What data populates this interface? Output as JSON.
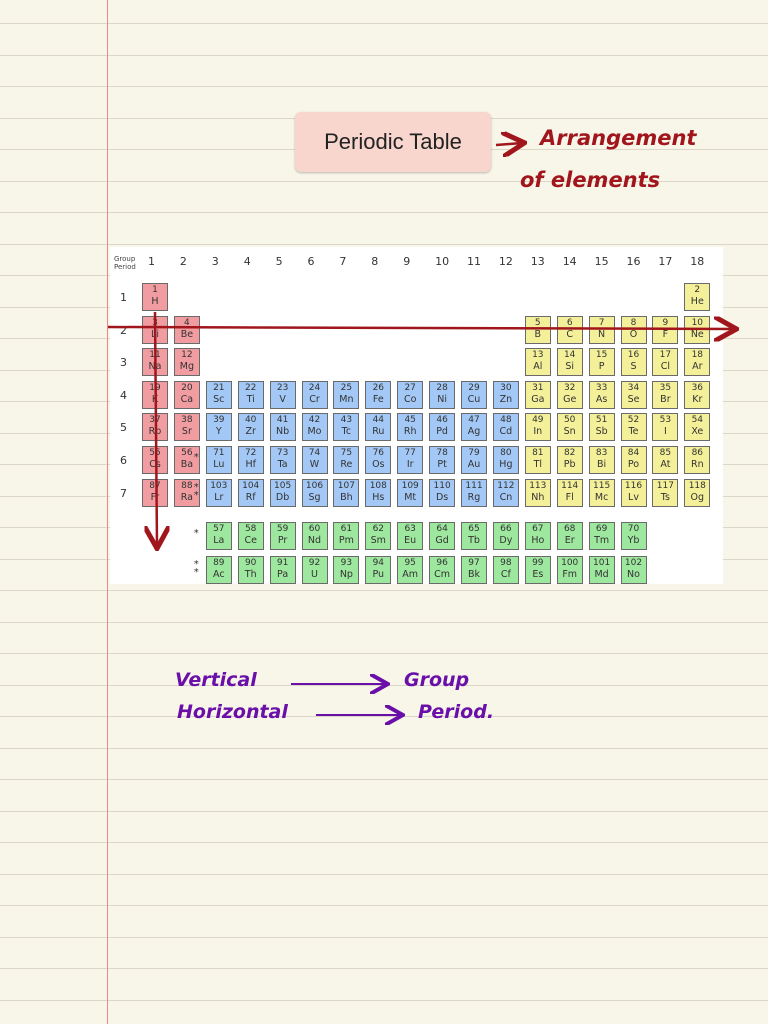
{
  "title": "Periodic Table",
  "annotations": {
    "definition_line1": "Arrangement",
    "definition_line2": "of elements",
    "vertical": "Vertical",
    "group": "Group",
    "horizontal": "Horizontal",
    "period": "Period."
  },
  "table": {
    "corner_group": "Group",
    "corner_period": "Period",
    "groups": [
      "1",
      "2",
      "3",
      "4",
      "5",
      "6",
      "7",
      "8",
      "9",
      "10",
      "11",
      "12",
      "13",
      "14",
      "15",
      "16",
      "17",
      "18"
    ],
    "periods": [
      "1",
      "2",
      "3",
      "4",
      "5",
      "6",
      "7"
    ],
    "star_single": "*",
    "star_double": "* *",
    "main": [
      [
        "1",
        "H",
        1,
        1
      ],
      [
        "2",
        "He",
        1,
        18
      ],
      [
        "3",
        "Li",
        2,
        1
      ],
      [
        "4",
        "Be",
        2,
        2
      ],
      [
        "5",
        "B",
        2,
        13
      ],
      [
        "6",
        "C",
        2,
        14
      ],
      [
        "7",
        "N",
        2,
        15
      ],
      [
        "8",
        "O",
        2,
        16
      ],
      [
        "9",
        "F",
        2,
        17
      ],
      [
        "10",
        "Ne",
        2,
        18
      ],
      [
        "11",
        "Na",
        3,
        1
      ],
      [
        "12",
        "Mg",
        3,
        2
      ],
      [
        "13",
        "Al",
        3,
        13
      ],
      [
        "14",
        "Si",
        3,
        14
      ],
      [
        "15",
        "P",
        3,
        15
      ],
      [
        "16",
        "S",
        3,
        16
      ],
      [
        "17",
        "Cl",
        3,
        17
      ],
      [
        "18",
        "Ar",
        3,
        18
      ],
      [
        "19",
        "K",
        4,
        1
      ],
      [
        "20",
        "Ca",
        4,
        2
      ],
      [
        "21",
        "Sc",
        4,
        3
      ],
      [
        "22",
        "Ti",
        4,
        4
      ],
      [
        "23",
        "V",
        4,
        5
      ],
      [
        "24",
        "Cr",
        4,
        6
      ],
      [
        "25",
        "Mn",
        4,
        7
      ],
      [
        "26",
        "Fe",
        4,
        8
      ],
      [
        "27",
        "Co",
        4,
        9
      ],
      [
        "28",
        "Ni",
        4,
        10
      ],
      [
        "29",
        "Cu",
        4,
        11
      ],
      [
        "30",
        "Zn",
        4,
        12
      ],
      [
        "31",
        "Ga",
        4,
        13
      ],
      [
        "32",
        "Ge",
        4,
        14
      ],
      [
        "33",
        "As",
        4,
        15
      ],
      [
        "34",
        "Se",
        4,
        16
      ],
      [
        "35",
        "Br",
        4,
        17
      ],
      [
        "36",
        "Kr",
        4,
        18
      ],
      [
        "37",
        "Rb",
        5,
        1
      ],
      [
        "38",
        "Sr",
        5,
        2
      ],
      [
        "39",
        "Y",
        5,
        3
      ],
      [
        "40",
        "Zr",
        5,
        4
      ],
      [
        "41",
        "Nb",
        5,
        5
      ],
      [
        "42",
        "Mo",
        5,
        6
      ],
      [
        "43",
        "Tc",
        5,
        7
      ],
      [
        "44",
        "Ru",
        5,
        8
      ],
      [
        "45",
        "Rh",
        5,
        9
      ],
      [
        "46",
        "Pd",
        5,
        10
      ],
      [
        "47",
        "Ag",
        5,
        11
      ],
      [
        "48",
        "Cd",
        5,
        12
      ],
      [
        "49",
        "In",
        5,
        13
      ],
      [
        "50",
        "Sn",
        5,
        14
      ],
      [
        "51",
        "Sb",
        5,
        15
      ],
      [
        "52",
        "Te",
        5,
        16
      ],
      [
        "53",
        "I",
        5,
        17
      ],
      [
        "54",
        "Xe",
        5,
        18
      ],
      [
        "55",
        "Cs",
        6,
        1
      ],
      [
        "56",
        "Ba",
        6,
        2
      ],
      [
        "71",
        "Lu",
        6,
        3
      ],
      [
        "72",
        "Hf",
        6,
        4
      ],
      [
        "73",
        "Ta",
        6,
        5
      ],
      [
        "74",
        "W",
        6,
        6
      ],
      [
        "75",
        "Re",
        6,
        7
      ],
      [
        "76",
        "Os",
        6,
        8
      ],
      [
        "77",
        "Ir",
        6,
        9
      ],
      [
        "78",
        "Pt",
        6,
        10
      ],
      [
        "79",
        "Au",
        6,
        11
      ],
      [
        "80",
        "Hg",
        6,
        12
      ],
      [
        "81",
        "Tl",
        6,
        13
      ],
      [
        "82",
        "Pb",
        6,
        14
      ],
      [
        "83",
        "Bi",
        6,
        15
      ],
      [
        "84",
        "Po",
        6,
        16
      ],
      [
        "85",
        "At",
        6,
        17
      ],
      [
        "86",
        "Rn",
        6,
        18
      ],
      [
        "87",
        "Fr",
        7,
        1
      ],
      [
        "88",
        "Ra",
        7,
        2
      ],
      [
        "103",
        "Lr",
        7,
        3
      ],
      [
        "104",
        "Rf",
        7,
        4
      ],
      [
        "105",
        "Db",
        7,
        5
      ],
      [
        "106",
        "Sg",
        7,
        6
      ],
      [
        "107",
        "Bh",
        7,
        7
      ],
      [
        "108",
        "Hs",
        7,
        8
      ],
      [
        "109",
        "Mt",
        7,
        9
      ],
      [
        "110",
        "Ds",
        7,
        10
      ],
      [
        "111",
        "Rg",
        7,
        11
      ],
      [
        "112",
        "Cn",
        7,
        12
      ],
      [
        "113",
        "Nh",
        7,
        13
      ],
      [
        "114",
        "Fl",
        7,
        14
      ],
      [
        "115",
        "Mc",
        7,
        15
      ],
      [
        "116",
        "Lv",
        7,
        16
      ],
      [
        "117",
        "Ts",
        7,
        17
      ],
      [
        "118",
        "Og",
        7,
        18
      ]
    ],
    "lanthanides": [
      [
        "57",
        "La"
      ],
      [
        "58",
        "Ce"
      ],
      [
        "59",
        "Pr"
      ],
      [
        "60",
        "Nd"
      ],
      [
        "61",
        "Pm"
      ],
      [
        "62",
        "Sm"
      ],
      [
        "63",
        "Eu"
      ],
      [
        "64",
        "Gd"
      ],
      [
        "65",
        "Tb"
      ],
      [
        "66",
        "Dy"
      ],
      [
        "67",
        "Ho"
      ],
      [
        "68",
        "Er"
      ],
      [
        "69",
        "Tm"
      ],
      [
        "70",
        "Yb"
      ]
    ],
    "actinides": [
      [
        "89",
        "Ac"
      ],
      [
        "90",
        "Th"
      ],
      [
        "91",
        "Pa"
      ],
      [
        "92",
        "U"
      ],
      [
        "93",
        "Np"
      ],
      [
        "94",
        "Pu"
      ],
      [
        "95",
        "Am"
      ],
      [
        "96",
        "Cm"
      ],
      [
        "97",
        "Bk"
      ],
      [
        "98",
        "Cf"
      ],
      [
        "99",
        "Es"
      ],
      [
        "100",
        "Fm"
      ],
      [
        "101",
        "Md"
      ],
      [
        "102",
        "No"
      ]
    ]
  },
  "colors": {
    "s_block": "#f09ca0",
    "d_block": "#a3c8f5",
    "p_block": "#f4f09a",
    "f_block": "#9ee79e",
    "pen_red": "#a0161c",
    "pen_purple": "#6a0fa8"
  }
}
